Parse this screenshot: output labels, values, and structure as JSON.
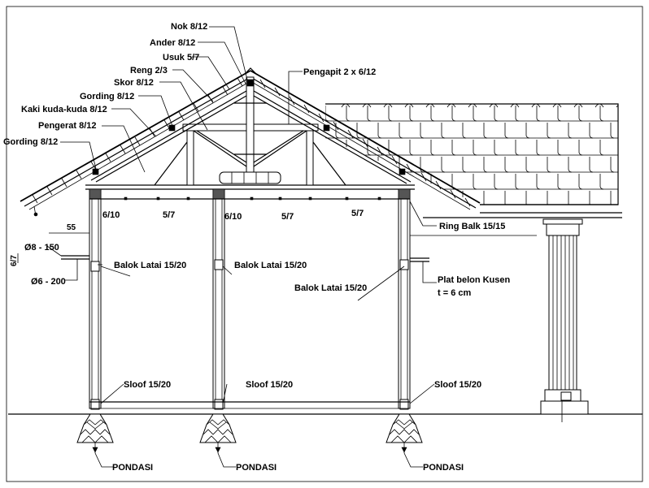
{
  "labels": {
    "nok": "Nok 8/12",
    "ander": "Ander 8/12",
    "usuk": "Usuk 5/7",
    "reng": "Reng 2/3",
    "skor": "Skor 8/12",
    "gording_top": "Gording 8/12",
    "kaki_kuda": "Kaki kuda-kuda 8/12",
    "pengerat": "Pengerat 8/12",
    "gording_left": "Gording 8/12",
    "pengapit": "Pengapit 2 x 6/12",
    "ring_balk": "Ring Balk 15/15",
    "dim_55": "55",
    "dim_phi150": "Ø8 - 150",
    "dim_phi200": "Ø6 - 200",
    "dim_side": "6/7",
    "col_610_left": "6/10",
    "col_610_mid": "6/10",
    "joist_57_a": "5/7",
    "joist_57_b": "5/7",
    "joist_57_c": "5/7",
    "balok_latai_1": "Balok Latai 15/20",
    "balok_latai_2": "Balok Latai 15/20",
    "balok_latai_3": "Balok Latai 15/20",
    "plat_belon_1": "Plat belon Kusen",
    "plat_belon_2": "t = 6  cm",
    "sloof_1": "Sloof 15/20",
    "sloof_2": "Sloof 15/20",
    "sloof_3": "Sloof 15/20",
    "pondasi_1": "PONDASI",
    "pondasi_2": "PONDASI",
    "pondasi_3": "PONDASI"
  },
  "colors": {
    "line": "#000000",
    "background": "#ffffff"
  }
}
